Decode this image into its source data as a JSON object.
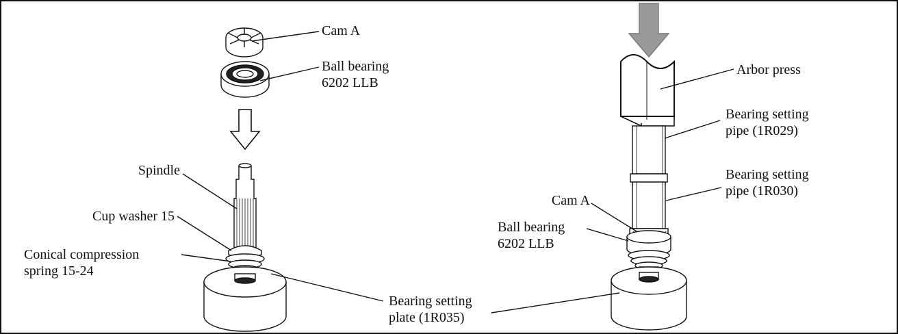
{
  "left_view": {
    "cam_a": "Cam A",
    "ball_bearing": [
      "Ball bearing",
      "6202 LLB"
    ],
    "spindle": "Spindle",
    "cup_washer": "Cup washer 15",
    "spring": [
      "Conical compression",
      "spring 15-24"
    ],
    "setting_plate": [
      "Bearing setting",
      "plate (1R035)"
    ]
  },
  "right_view": {
    "arbor_press": "Arbor press",
    "pipe_1": [
      "Bearing setting",
      "pipe (1R029)"
    ],
    "pipe_2": [
      "Bearing setting",
      "pipe (1R030)"
    ],
    "cam_a": "Cam A",
    "ball_bearing": [
      "Ball bearing",
      "6202 LLB"
    ]
  },
  "colors": {
    "arrow_fill": "#999999",
    "line": "#111111",
    "bearing_seal": "#222222"
  },
  "icons": [
    "down-arrow-outline-icon",
    "press-arrow-icon"
  ]
}
